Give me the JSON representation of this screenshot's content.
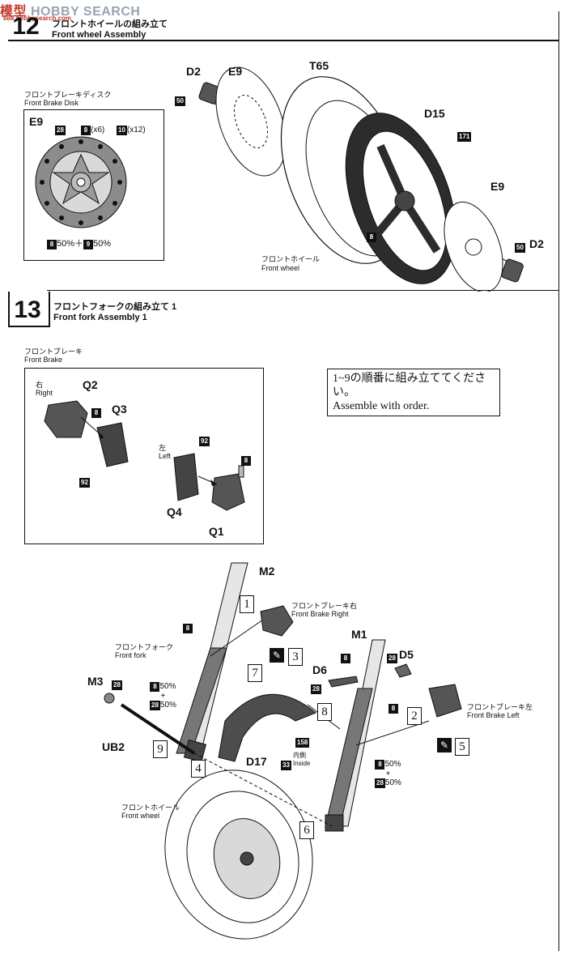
{
  "watermark": {
    "brand_red": "模型",
    "brand_gray": "HOBBY SEARCH",
    "sub": "888.hobbysearch.com"
  },
  "step12": {
    "number": "12",
    "title_jp": "フロントホイールの組み立て",
    "title_en": "Front wheel Assembly",
    "disk_box": {
      "title_jp": "フロントブレーキディスク",
      "title_en": "Front Brake Disk",
      "part": "E9",
      "paint_a": "28",
      "paint_b": "8",
      "paint_b_qty": "(x6)",
      "paint_c": "10",
      "paint_c_qty": "(x12)",
      "mix_a": "8",
      "mix_a_pct": "50%",
      "mix_plus": "＋",
      "mix_b": "9",
      "mix_b_pct": "50%"
    },
    "parts": {
      "d2_top": "D2",
      "e9_top": "E9",
      "t65": "T65",
      "d15": "D15",
      "e9_right": "E9",
      "d2_right": "D2"
    },
    "paints": {
      "p50_top": "50",
      "p171": "171",
      "p8_wheel": "8",
      "p50_right": "50"
    },
    "wheel_jp": "フロントホイール",
    "wheel_en": "Front wheel"
  },
  "step13": {
    "number": "13",
    "title_jp": "フロントフォークの組み立て 1",
    "title_en": "Front fork Assembly 1",
    "brake_jp": "フロントブレーキ",
    "brake_en": "Front Brake",
    "note_jp": "1~9の順番に組み立ててください。",
    "note_en": "Assemble with order.",
    "brake_box": {
      "right_jp": "右",
      "right_en": "Right",
      "left_jp": "左",
      "left_en": "Left",
      "q2": "Q2",
      "q3": "Q3",
      "q4": "Q4",
      "q1": "Q1",
      "p8_a": "8",
      "p92_a": "92",
      "p92_b": "92",
      "p8_b": "8"
    },
    "assembly": {
      "m2": "M2",
      "m1": "M1",
      "d5": "D5",
      "d6": "D6",
      "m3": "M3",
      "ub2": "UB2",
      "d17": "D17",
      "fork_jp": "フロントフォーク",
      "fork_en": "Front fork",
      "brake_r_jp": "フロントブレーキ右",
      "brake_r_en": "Front Brake Right",
      "brake_l_jp": "フロントブレーキ左",
      "brake_l_en": "Front Brake Left",
      "wheel_jp": "フロントホイール",
      "wheel_en": "Front wheel",
      "inside_jp": "内側",
      "inside_en": "Inside",
      "seq": [
        "1",
        "2",
        "3",
        "4",
        "5",
        "6",
        "7",
        "8",
        "9"
      ],
      "p8_fork": "8",
      "p8_m1": "8",
      "p28_d5": "28",
      "p28_d6": "28",
      "p8_right": "8",
      "p28_m3": "28",
      "p158": "158",
      "p33": "33",
      "mix_l_a": "8",
      "mix_l_a_pct": "50%",
      "mix_l_plus": "+",
      "mix_l_b": "28",
      "mix_l_b_pct": "50%",
      "mix_r_a": "8",
      "mix_r_a_pct": "50%",
      "mix_r_plus": "+",
      "mix_r_b": "28",
      "mix_r_b_pct": "50%"
    }
  }
}
